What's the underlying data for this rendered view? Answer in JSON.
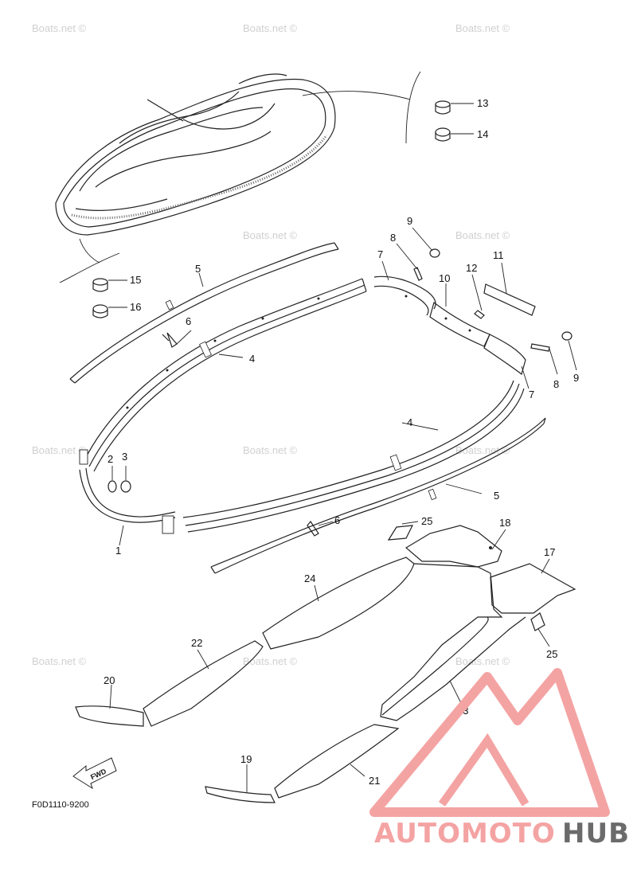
{
  "watermark_text": "Boats.net ©",
  "diagram_code": "F0D1110-9200",
  "fwd_label": "FWD",
  "logo": {
    "part1": "AUTOMOTO",
    "part2": "HUB",
    "color_main": "#f4a3a3",
    "color_accent": "#f2b14a",
    "color_dark": "#6b6b6b"
  },
  "callouts": {
    "c1": "1",
    "c2": "2",
    "c3": "3",
    "c4a": "4",
    "c4b": "4",
    "c5a": "5",
    "c5b": "5",
    "c6a": "6",
    "c6b": "6",
    "c7a": "7",
    "c7b": "7",
    "c8a": "8",
    "c8b": "8",
    "c9a": "9",
    "c9b": "9",
    "c10": "10",
    "c11": "11",
    "c12": "12",
    "c13": "13",
    "c14": "14",
    "c15": "15",
    "c16": "16",
    "c17": "17",
    "c18": "18",
    "c19": "19",
    "c20": "20",
    "c21": "21",
    "c22": "22",
    "c23": "23",
    "c24": "24",
    "c25a": "25",
    "c25b": "25"
  }
}
